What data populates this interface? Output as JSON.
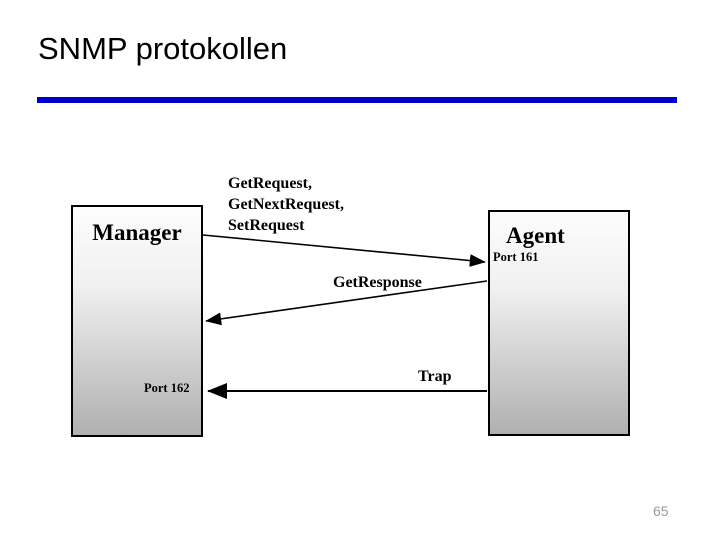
{
  "slide": {
    "title": "SNMP protokollen",
    "page_number": "65"
  },
  "diagram": {
    "manager": {
      "label": "Manager",
      "port": "Port 162"
    },
    "agent": {
      "label": "Agent",
      "port": "Port 161"
    },
    "request_lines": [
      "GetRequest,",
      "GetNextRequest,",
      "SetRequest"
    ],
    "response_label": "GetResponse",
    "trap_label": "Trap"
  },
  "colors": {
    "accent_bar": "#0101CD",
    "box_border": "#000000",
    "box_fill_top": "#FDFDFD",
    "box_fill_bottom": "#B0B0B0",
    "page_number": "#999999"
  }
}
